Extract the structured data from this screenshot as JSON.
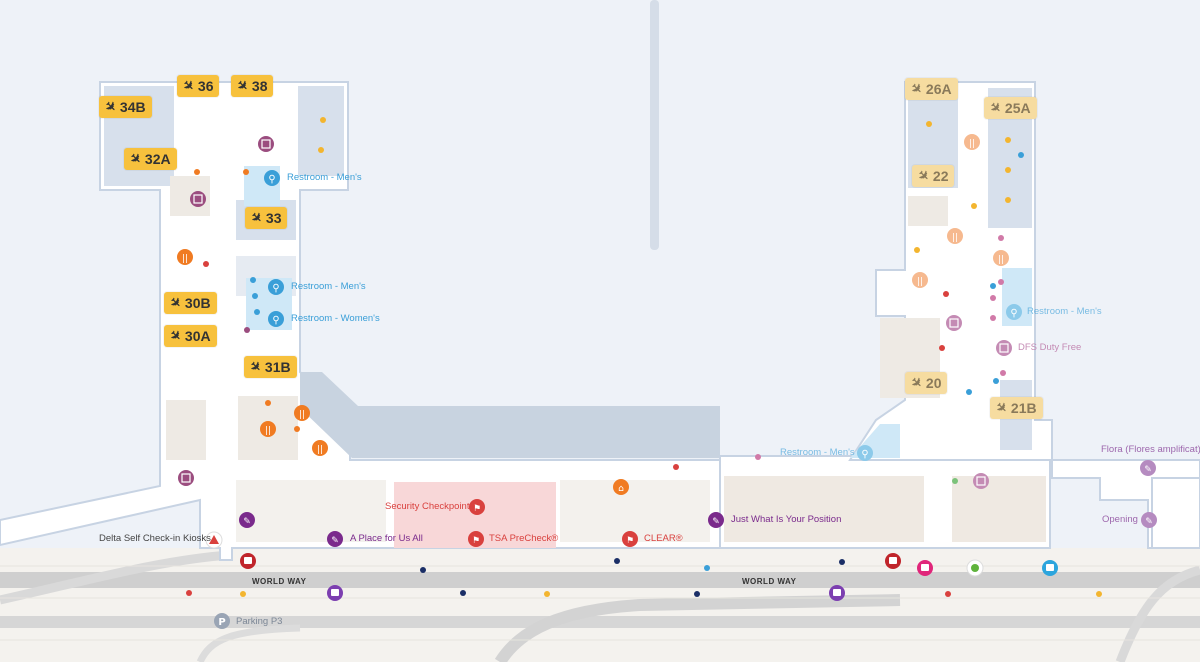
{
  "gates": [
    {
      "label": "36"
    },
    {
      "label": "38"
    },
    {
      "label": "34B"
    },
    {
      "label": "32A"
    },
    {
      "label": "33"
    },
    {
      "label": "30B"
    },
    {
      "label": "30A"
    },
    {
      "label": "31B"
    },
    {
      "label": "26A"
    },
    {
      "label": "25A"
    },
    {
      "label": "22"
    },
    {
      "label": "20"
    },
    {
      "label": "21B"
    }
  ],
  "labels": {
    "restroom_mens_1": "Restroom - Men's",
    "restroom_mens_2": "Restroom - Men's",
    "restroom_womens": "Restroom - Women's",
    "restroom_mens_3": "Restroom - Men's",
    "restroom_mens_4": "Restroom - Men's",
    "dfs_duty_free": "DFS Duty Free",
    "flora": "Flora (Flores amplificat)",
    "opening": "Opening",
    "security_checkpoint": "Security Checkpoint",
    "tsa_precheck": "TSA PreCheck®",
    "clear": "CLEAR®",
    "place_for_us": "A Place for Us All",
    "just_what": "Just What Is Your Position",
    "delta_kiosks": "Delta Self Check-in Kiosks",
    "parking": "Parking P3",
    "world_way_1": "WORLD WAY",
    "world_way_2": "WORLD WAY"
  },
  "colors": {
    "background": "#eef2f8",
    "terminal_fill": "#ffffff",
    "building_block": "#d0d9e5",
    "gate_badge": "#f7c13d",
    "restroom": "#3a9fd8",
    "food": "#f07b22",
    "shop": "#9b4d7f",
    "security": "#d9413e",
    "art": "#7a2a8c",
    "road": "#d4d4d4"
  }
}
